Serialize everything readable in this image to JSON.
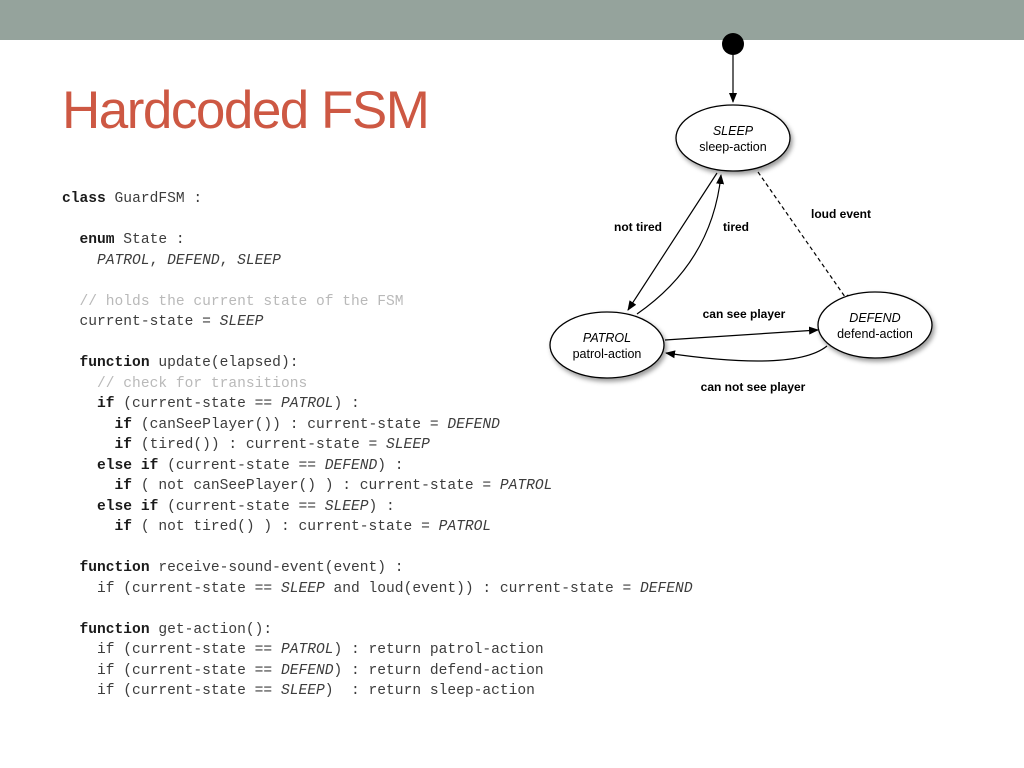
{
  "slide": {
    "title": "Hardcoded FSM",
    "colors": {
      "top_bar": "#95a39c",
      "title": "#cd5843",
      "comment": "#b9b9b9"
    }
  },
  "code": {
    "l1": {
      "kw": "class",
      "rest": " GuardFSM :"
    },
    "l3": {
      "kw": "enum",
      "rest": " State :"
    },
    "l4": {
      "v1": "PATROL",
      "s1": ", ",
      "v2": "DEFEND",
      "s2": ", ",
      "v3": "SLEEP"
    },
    "l6": {
      "comment": "// holds the current state of the FSM"
    },
    "l7": {
      "a": "current-state = ",
      "v": "SLEEP"
    },
    "l9": {
      "kw": "function",
      "rest": " update(elapsed):"
    },
    "l10": {
      "comment": "// check for transitions"
    },
    "l11": {
      "kw": "if",
      "a": " (current-state == ",
      "v": "PATROL",
      "b": ") :"
    },
    "l12": {
      "kw": "if",
      "a": " (canSeePlayer()) : current-state = ",
      "v": "DEFEND"
    },
    "l13": {
      "kw": "if",
      "a": " (tired()) : current-state = ",
      "v": "SLEEP"
    },
    "l14": {
      "kw": "else if",
      "a": " (current-state == ",
      "v": "DEFEND",
      "b": ") :"
    },
    "l15": {
      "kw": "if",
      "a": " ( not canSeePlayer() ) : current-state = ",
      "v": "PATROL"
    },
    "l16": {
      "kw": "else if",
      "a": " (current-state == ",
      "v": "SLEEP",
      "b": ") :"
    },
    "l17": {
      "kw": "if",
      "a": " ( not tired() ) : current-state = ",
      "v": "PATROL"
    },
    "l19": {
      "kw": "function",
      "rest": " receive-sound-event(event) :"
    },
    "l20": {
      "a": "if (current-state == ",
      "v": "SLEEP",
      "b": " and loud(event)) : current-state = ",
      "v2": "DEFEND"
    },
    "l22": {
      "kw": "function",
      "rest": " get-action():"
    },
    "l23": {
      "a": "if (current-state == ",
      "v": "PATROL",
      "b": ") : return patrol-action"
    },
    "l24": {
      "a": "if (current-state == ",
      "v": "DEFEND",
      "b": ") : return defend-action"
    },
    "l25": {
      "a": "if (current-state == ",
      "v": "SLEEP",
      "b": ")  : return sleep-action"
    }
  },
  "diagram": {
    "states": {
      "sleep": {
        "name": "SLEEP",
        "action": "sleep-action"
      },
      "patrol": {
        "name": "PATROL",
        "action": "patrol-action"
      },
      "defend": {
        "name": "DEFEND",
        "action": "defend-action"
      }
    },
    "transitions": {
      "not_tired": "not tired",
      "tired": "tired",
      "loud_event": "loud event",
      "can_see_player": "can see player",
      "can_not_see_player": "can not see player"
    }
  }
}
